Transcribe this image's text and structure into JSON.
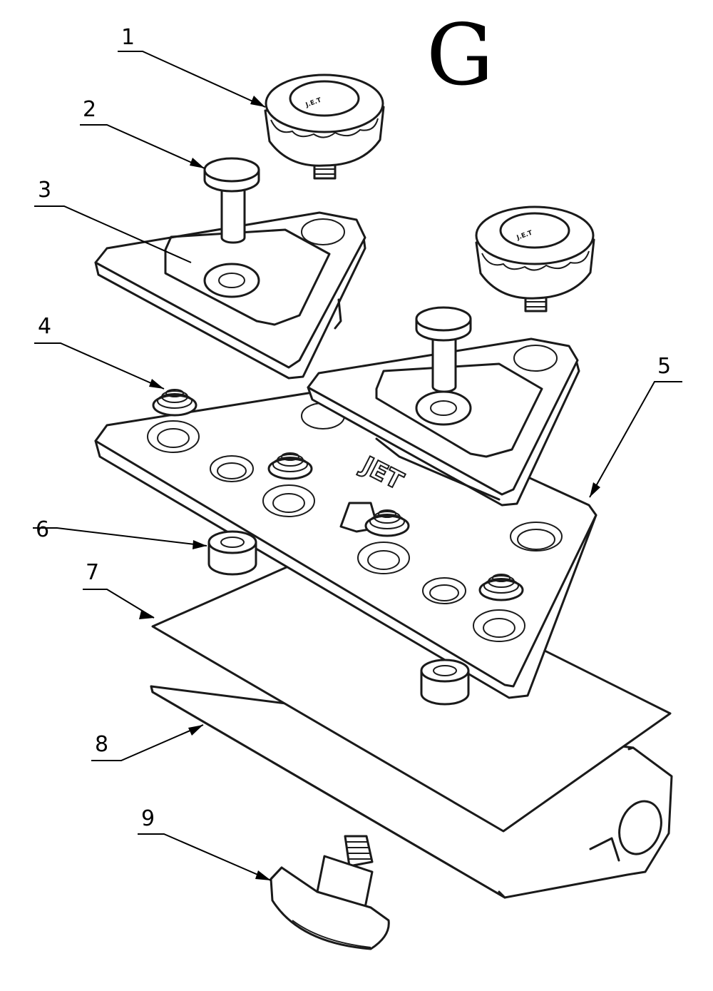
{
  "figure_letter": "G",
  "brand_text": "JET",
  "knob_cap_text": "J.E.T",
  "callouts": [
    {
      "id": "1",
      "label": "1"
    },
    {
      "id": "2",
      "label": "2"
    },
    {
      "id": "3",
      "label": "3"
    },
    {
      "id": "4",
      "label": "4"
    },
    {
      "id": "5",
      "label": "5"
    },
    {
      "id": "6",
      "label": "6"
    },
    {
      "id": "7",
      "label": "7"
    },
    {
      "id": "8",
      "label": "8"
    },
    {
      "id": "9",
      "label": "9"
    }
  ]
}
